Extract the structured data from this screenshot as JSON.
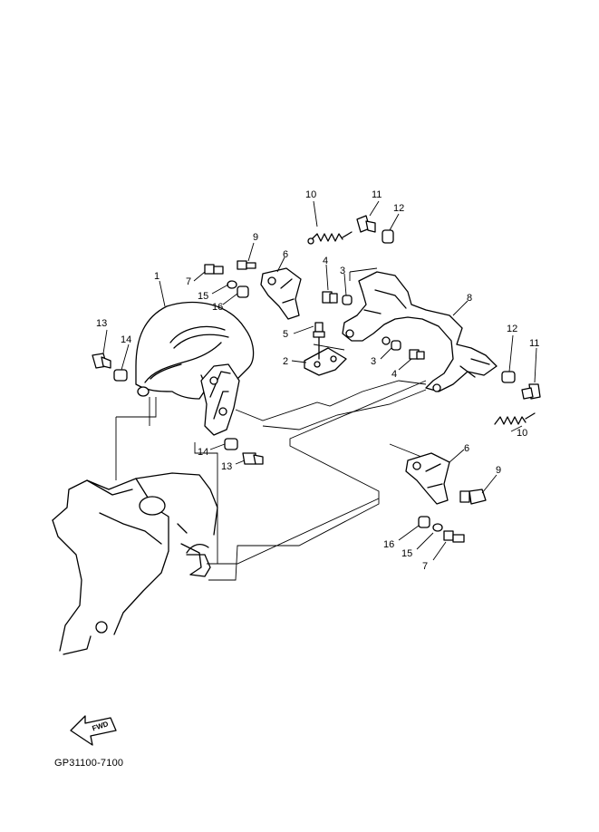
{
  "diagram": {
    "code": "GP31100-7100",
    "fwd_label": "FWD",
    "part_labels": [
      "1",
      "2",
      "3",
      "3",
      "4",
      "4",
      "5",
      "6",
      "6",
      "7",
      "7",
      "8",
      "9",
      "9",
      "10",
      "10",
      "11",
      "11",
      "12",
      "12",
      "13",
      "13",
      "14",
      "14",
      "15",
      "15",
      "16",
      "16"
    ]
  }
}
